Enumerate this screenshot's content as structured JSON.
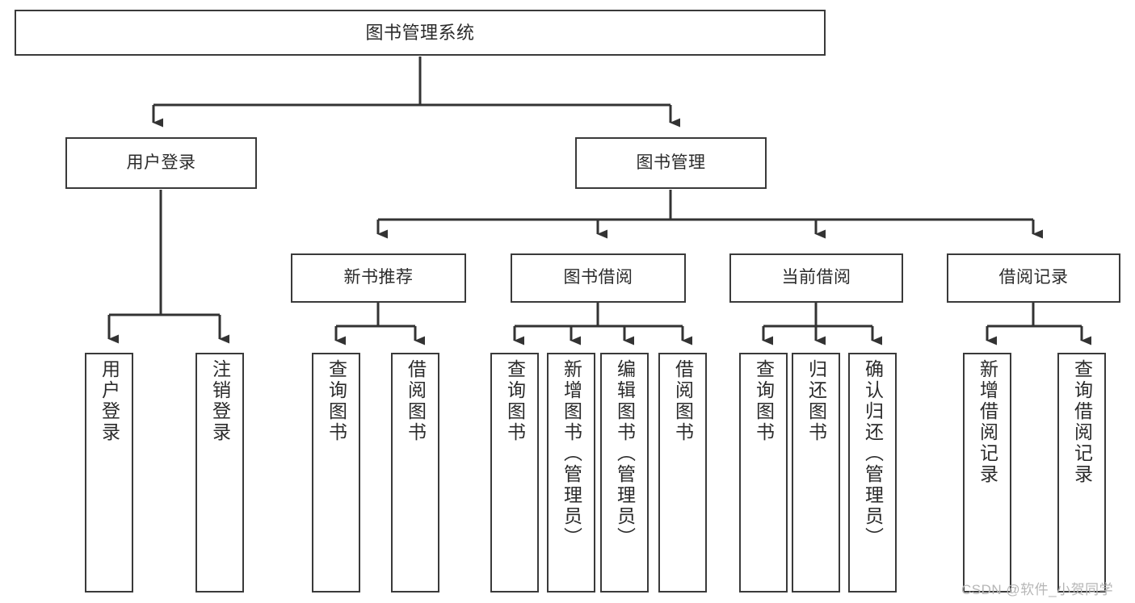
{
  "diagram": {
    "title": "图书管理系统",
    "type": "tree-hierarchy",
    "root": {
      "label": "图书管理系统"
    },
    "level2": [
      {
        "label": "用户登录"
      },
      {
        "label": "图书管理"
      }
    ],
    "level3": [
      {
        "label": "新书推荐"
      },
      {
        "label": "图书借阅"
      },
      {
        "label": "当前借阅"
      },
      {
        "label": "借阅记录"
      }
    ],
    "leaves": {
      "user_login": [
        {
          "label": "用户登录"
        },
        {
          "label": "注销登录"
        }
      ],
      "new_book_recommend": [
        {
          "label": "查询图书"
        },
        {
          "label": "借阅图书"
        }
      ],
      "book_borrow": [
        {
          "label": "查询图书"
        },
        {
          "label": "新增图书（管理员）"
        },
        {
          "label": "编辑图书（管理员）"
        },
        {
          "label": "借阅图书"
        }
      ],
      "current_borrow": [
        {
          "label": "查询图书"
        },
        {
          "label": "归还图书"
        },
        {
          "label": "确认归还（管理员）"
        }
      ],
      "borrow_record": [
        {
          "label": "新增借阅记录"
        },
        {
          "label": "查询借阅记录"
        }
      ]
    }
  },
  "watermark": {
    "text": "CSDN @软件_小贺同学"
  },
  "colors": {
    "box_border": "#3a3a3a",
    "box_fill": "#ffffff",
    "connector": "#333333",
    "text": "#2b2b2b",
    "watermark": "#b6b6b6",
    "background": "#ffffff"
  }
}
